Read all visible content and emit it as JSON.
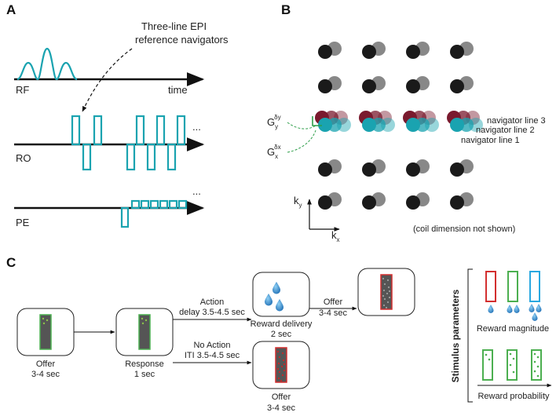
{
  "panels": {
    "a": "A",
    "b": "B",
    "c": "C"
  },
  "panel_a": {
    "annotation_line1": "Three-line EPI",
    "annotation_line2": "reference navigators",
    "rf_label": "RF",
    "time_label": "time",
    "ro_label": "RO",
    "pe_label": "PE",
    "ellipsis": "..."
  },
  "panel_b": {
    "gy_main": "G",
    "gy_sub": "y",
    "gy_sup": "δy",
    "gx_main": "G",
    "gx_sub": "x",
    "gx_sup": "δx",
    "nav3": "navigator line 3",
    "nav2": "navigator line 2",
    "nav1": "navigator line 1",
    "ky_main": "k",
    "ky_sub": "y",
    "kx_main": "k",
    "kx_sub": "x",
    "coil_note": "(coil dimension not shown)"
  },
  "panel_c": {
    "offer1_l1": "Offer",
    "offer1_l2": "3-4 sec",
    "response_l1": "Response",
    "response_l2": "1 sec",
    "action_l1": "Action",
    "action_l2": "delay 3.5-4.5 sec",
    "noaction_l1": "No Action",
    "noaction_l2": "ITI 3.5-4.5 sec",
    "reward_l1": "Reward delivery",
    "reward_l2": "2 sec",
    "offer2_l1": "Offer",
    "offer2_l2": "3-4 sec",
    "offer3_l1": "Offer",
    "offer3_l2": "3-4 sec",
    "params_title": "Stimulus parameters",
    "magnitude": "Reward magnitude",
    "probability": "Reward probability"
  },
  "colors": {
    "teal": "#1aa3b0",
    "maroon": "#7a1a2e",
    "green": "#4caf50",
    "red": "#d32f2f",
    "blue": "#2aa8e0",
    "drop": "#3a7fc0"
  }
}
